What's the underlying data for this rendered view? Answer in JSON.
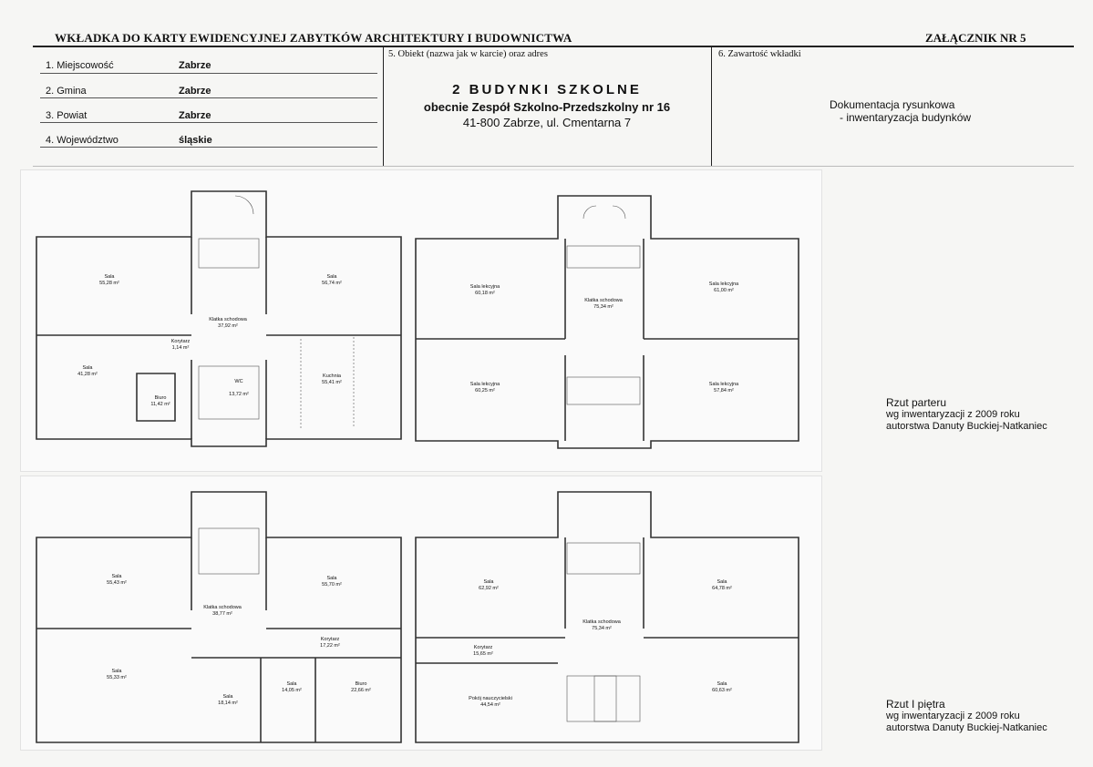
{
  "header": {
    "title": "WKŁADKA DO KARTY EWIDENCYJNEJ ZABYTKÓW ARCHITEKTURY I BUDOWNICTWA",
    "annex": "ZAŁĄCZNIK NR 5"
  },
  "location": [
    {
      "label": "1. Miejscowość",
      "value": "Zabrze"
    },
    {
      "label": "2. Gmina",
      "value": "Zabrze"
    },
    {
      "label": "3. Powiat",
      "value": "Zabrze"
    },
    {
      "label": "4. Województwo",
      "value": "śląskie"
    }
  ],
  "object": {
    "heading": "5. Obiekt (nazwa jak w karcie) oraz adres",
    "name": "2 BUDYNKI SZKOLNE",
    "current": "obecnie Zespół Szkolno-Przedszkolny nr 16",
    "address": "41-800 Zabrze, ul. Cmentarna 7"
  },
  "contents": {
    "heading": "6. Zawartość wkładki",
    "line1": "Dokumentacja rysunkowa",
    "line2": "- inwentaryzacja budynków"
  },
  "plans": [
    {
      "caption_title": "Rzut parteru",
      "caption_line1": "wg inwentaryzacji z 2009 roku",
      "caption_line2": "autorstwa Danuty Buckiej-Natkaniec",
      "rooms": [
        {
          "name": "Sala",
          "area": "55,28 m²"
        },
        {
          "name": "Sala",
          "area": "56,74 m²"
        },
        {
          "name": "Klatka schodowa",
          "area": "37,92 m²"
        },
        {
          "name": "Korytarz",
          "area": "1,14 m²"
        },
        {
          "name": "Sala",
          "area": "41,28 m²"
        },
        {
          "name": "Biuro",
          "area": "11,42 m²"
        },
        {
          "name": "WC",
          "area": "13,72 m²"
        },
        {
          "name": "Kuchnia",
          "area": "55,41 m²"
        },
        {
          "name": "Sala lekcyjna",
          "area": "60,18 m²"
        },
        {
          "name": "Klatka schodowa",
          "area": "75,34 m²"
        },
        {
          "name": "Sala lekcyjna",
          "area": "61,00 m²"
        },
        {
          "name": "Sala lekcyjna",
          "area": "60,25 m²"
        },
        {
          "name": "Sala lekcyjna",
          "area": "57,84 m²"
        }
      ]
    },
    {
      "caption_title": "Rzut I piętra",
      "caption_line1": "wg inwentaryzacji z 2009 roku",
      "caption_line2": "autorstwa Danuty Buckiej-Natkaniec",
      "rooms": [
        {
          "name": "Sala",
          "area": "55,43 m²"
        },
        {
          "name": "Sala",
          "area": "55,70 m²"
        },
        {
          "name": "Klatka schodowa",
          "area": "38,77 m²"
        },
        {
          "name": "Korytarz",
          "area": "17,22 m²"
        },
        {
          "name": "Sala",
          "area": "55,33 m²"
        },
        {
          "name": "Sala",
          "area": "18,14 m²"
        },
        {
          "name": "Sala",
          "area": "14,05 m²"
        },
        {
          "name": "Biuro",
          "area": "22,66 m²"
        },
        {
          "name": "Sala",
          "area": "62,92 m²"
        },
        {
          "name": "Klatka schodowa",
          "area": "75,34 m²"
        },
        {
          "name": "Sala",
          "area": "64,78 m²"
        },
        {
          "name": "Korytarz",
          "area": "15,65 m²"
        },
        {
          "name": "Pokój nauczycielski",
          "area": "44,54 m²"
        },
        {
          "name": "Sala",
          "area": "60,63 m²"
        }
      ]
    }
  ]
}
